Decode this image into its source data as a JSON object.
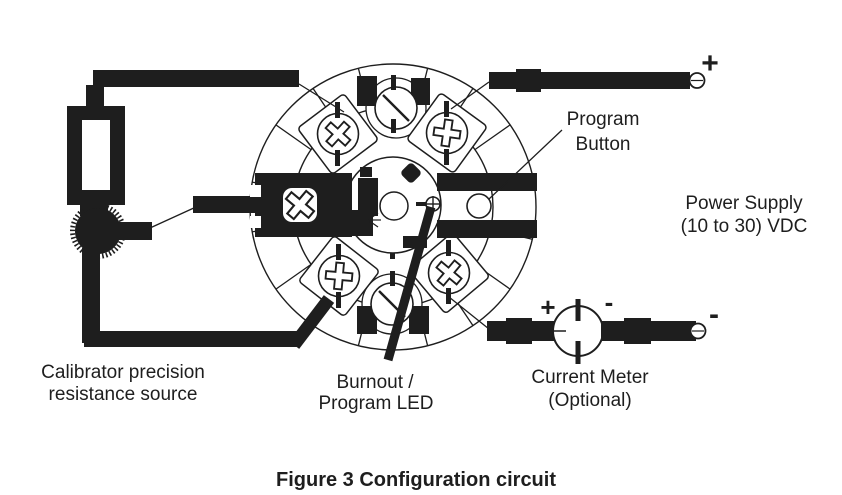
{
  "figure": {
    "caption": "Figure 3 Configuration circuit"
  },
  "colors": {
    "ink": "#1e1e1e",
    "background": "#ffffff"
  },
  "labels": {
    "program_button_line1": "Program",
    "program_button_line2": "Button",
    "power_supply_line1": "Power Supply",
    "power_supply_line2": "(10 to 30) VDC",
    "calibrator_line1": "Calibrator precision",
    "calibrator_line2": "resistance source",
    "burnout_led_line1": "Burnout /",
    "burnout_led_line2": "Program LED",
    "current_meter_line1": "Current Meter",
    "current_meter_line2": "(Optional)"
  },
  "symbols": {
    "supply_positive": "+",
    "supply_negative": "-",
    "meter_positive": "+",
    "meter_negative": "-"
  }
}
